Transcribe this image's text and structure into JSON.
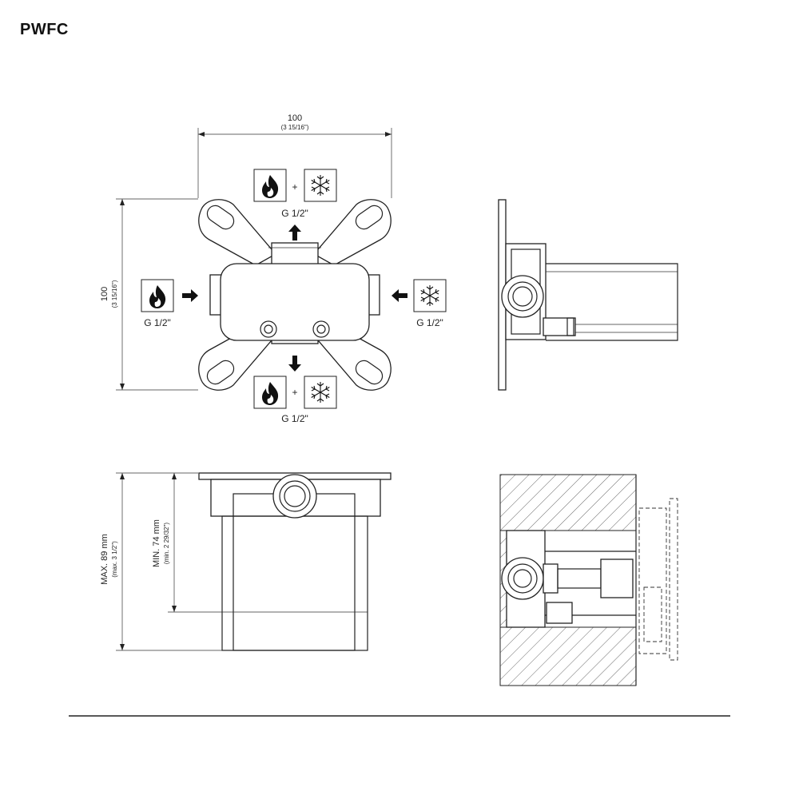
{
  "title": "PWFC",
  "dimensions": {
    "width_mm": "100",
    "width_in": "(3 15/16\")",
    "height_mm": "100",
    "height_in": "(3 15/16\")",
    "max_depth_mm": "MAX. 89 mm",
    "max_depth_in": "(max. 3 1/2\")",
    "min_depth_mm": "MIN. 74 mm",
    "min_depth_in": "(min. 2 29/32\")"
  },
  "connections": {
    "top": "G 1/2\"",
    "bottom": "G 1/2\"",
    "left": "G 1/2\"",
    "right": "G 1/2\""
  },
  "symbols": {
    "plus": "+",
    "hot_icon": "flame-icon",
    "cold_icon": "snowflake-icon"
  }
}
